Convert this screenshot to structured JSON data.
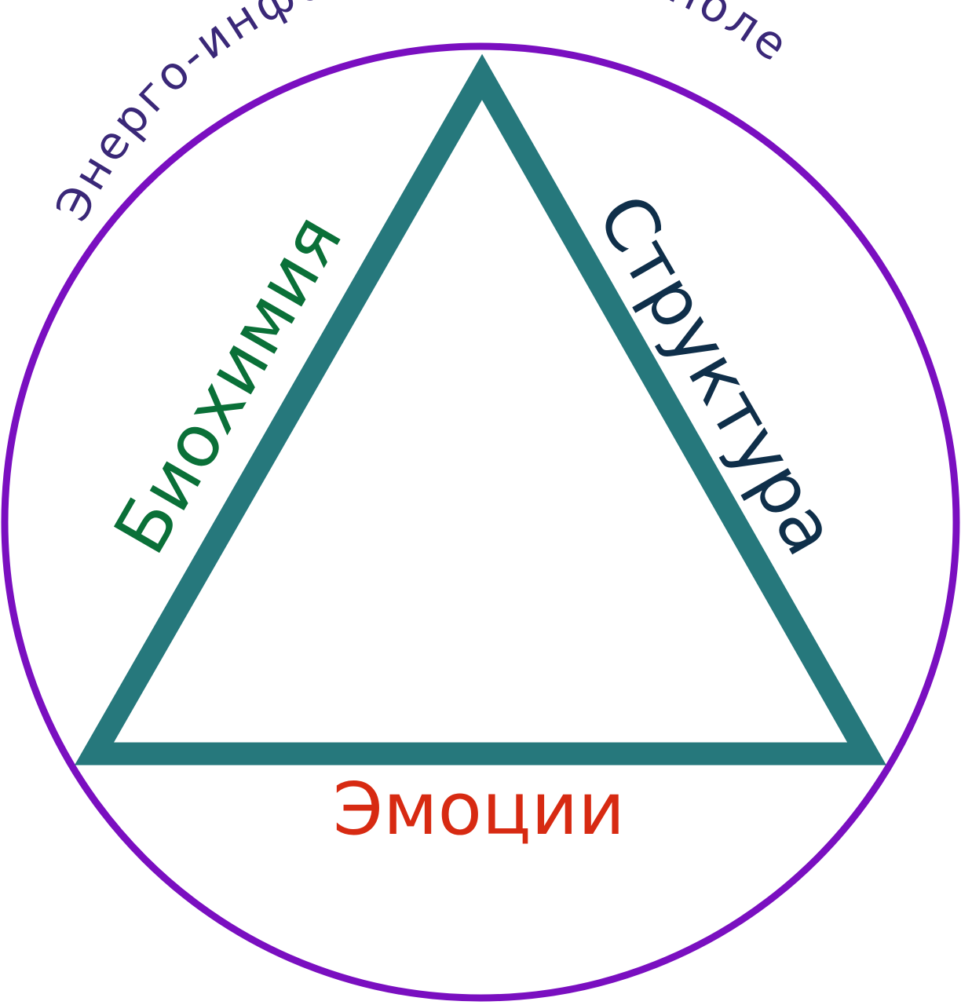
{
  "diagram": {
    "arc_label": "Энерго-информационное поле",
    "left_label": "Биохимия",
    "right_label": "Структура",
    "bottom_label": "Эмоции"
  },
  "colors": {
    "circle": "#7a0fc0",
    "triangle": "#26787c",
    "arc_text": "#3a2878",
    "left_text": "#0a7038",
    "right_text": "#0f2f4a",
    "bottom_text": "#d72a12",
    "background": "#ffffff"
  }
}
